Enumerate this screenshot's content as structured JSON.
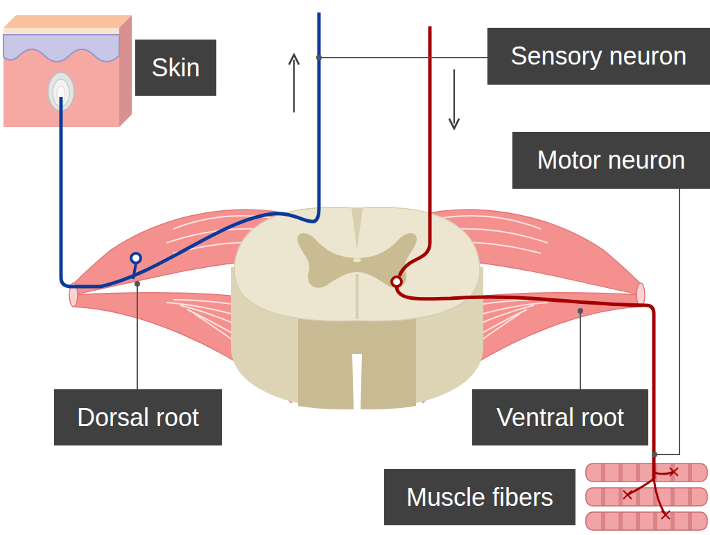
{
  "diagram": {
    "nodes": [
      {
        "text": [
          "Skin"
        ]
      },
      {
        "text": [
          "Sensory neuron"
        ]
      },
      {
        "text": [
          "Motor neuron"
        ]
      },
      {
        "text": [
          "Dorsal root"
        ]
      },
      {
        "text": [
          "Ventral root"
        ]
      },
      {
        "text": [
          "Muscle fibers"
        ]
      }
    ]
  }
}
